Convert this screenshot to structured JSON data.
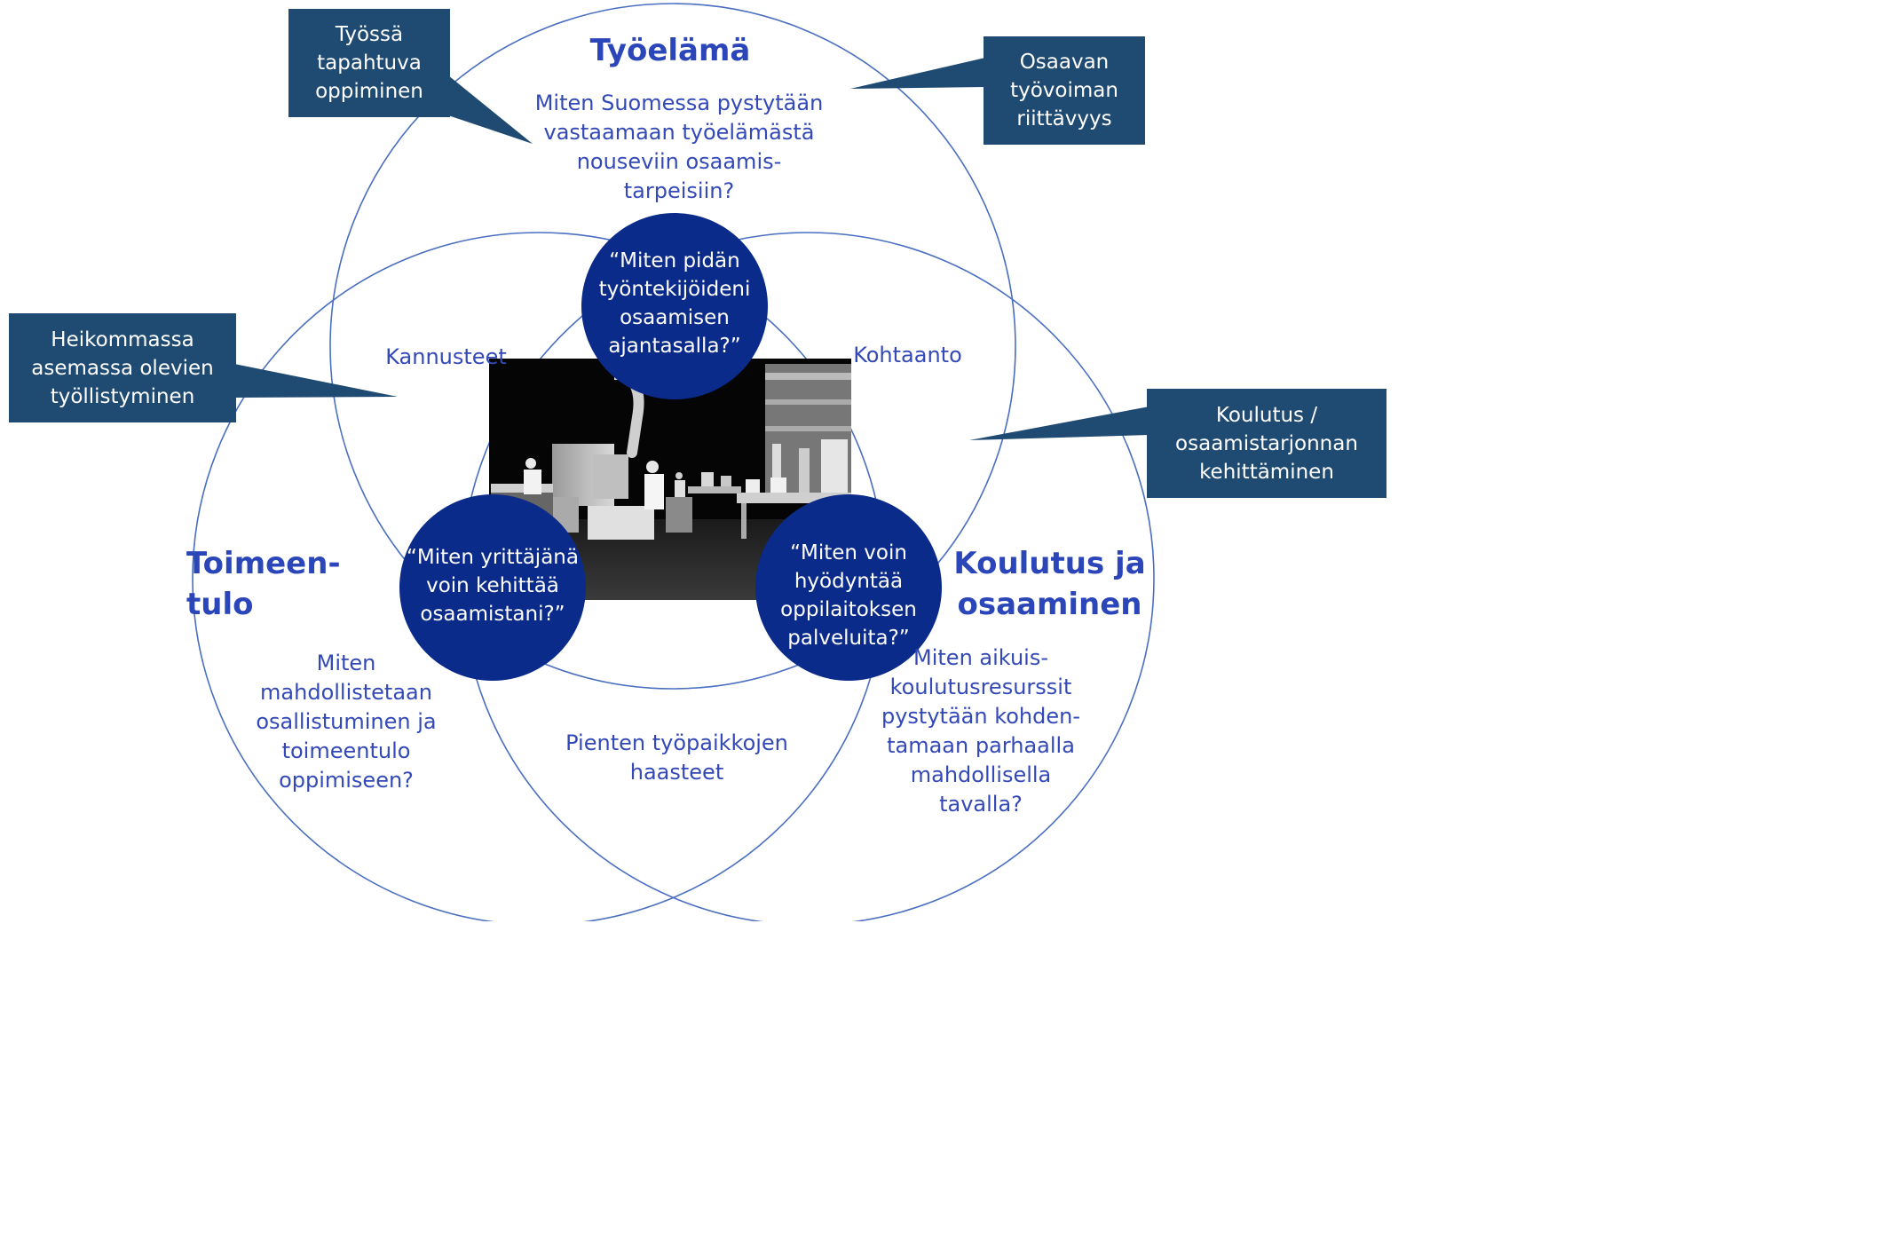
{
  "colors": {
    "circle_stroke": "#4a6fc0",
    "heading_text": "#2b46b8",
    "body_text": "#3349b8",
    "bubble_fill": "#0a2b8a",
    "callout_fill": "#1f4a72",
    "white_text": "#ffffff"
  },
  "circles": {
    "tyoelama": {
      "title": "Työelämä",
      "question": "Miten Suomessa pystytään\nvastaamaan työelämästä\nnouseviin osaamis-\ntarpeisiin?"
    },
    "toimeentulo": {
      "title": "Toimeen-\ntulo",
      "question": "Miten\nmahdollistetaan\nosallistuminen ja\ntoimeentulo\noppimiseen?"
    },
    "koulutus": {
      "title": "Koulutus ja\nosaaminen",
      "question": "Miten aikuis-\nkoulutusresurssit\npystytään kohden-\ntamaan parhaalla\nmahdollisella\ntavalla?"
    }
  },
  "overlaps": {
    "tyoelama_toimeentulo": "Kannusteet",
    "tyoelama_koulutus": "Kohtaanto",
    "toimeentulo_koulutus": "Pienten työpaikkojen\nhaasteet"
  },
  "bubbles": {
    "employer": "“Miten pidän\ntyöntekijöideni\nosaamisen\najantasalla?”",
    "entrepreneur": "“Miten yrittäjänä\nvoin kehittää\nosaamistani?”",
    "institution": "“Miten voin\nhyödyntää\noppilaitoksen\npalveluita?”"
  },
  "callouts": {
    "workplace_learning": "Työssä\ntapahtuva\noppiminen",
    "skilled_workforce": "Osaavan\ntyövoiman\nriittävyys",
    "disadvantaged": "Heikommassa\nasemassa olevien\ntyöllistyminen",
    "education_supply": "Koulutus /\nosaamistarjonnan\nkehittäminen"
  },
  "photo": {
    "icon": "laboratory-photo"
  }
}
